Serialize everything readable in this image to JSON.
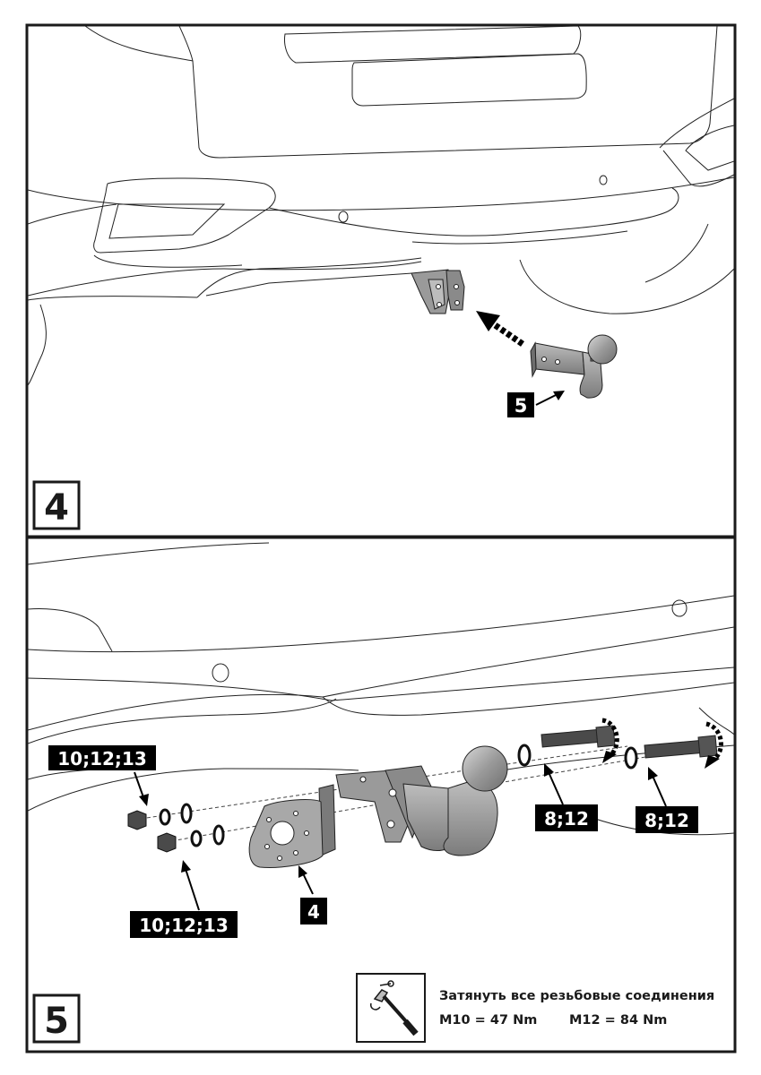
{
  "steps": {
    "step4": {
      "number": "4",
      "part_label": "5"
    },
    "step5": {
      "number": "5",
      "nut_label_top": "10;12;13",
      "nut_label_bottom": "10;12;13",
      "bracket_label": "4",
      "bolt_label_1": "8;12",
      "bolt_label_2": "8;12"
    }
  },
  "note": {
    "line1": "Затянуть все резьбовые соединения",
    "torque_m10": "M10 = 47 Nm",
    "torque_m12": "M12 = 84 Nm",
    "icon": "torque-wrench-icon"
  },
  "colors": {
    "ink": "#1a1a1a",
    "label_bg": "#000000",
    "label_text": "#ffffff",
    "part_fill": "#a8a8a8",
    "line_gray": "#555555"
  }
}
